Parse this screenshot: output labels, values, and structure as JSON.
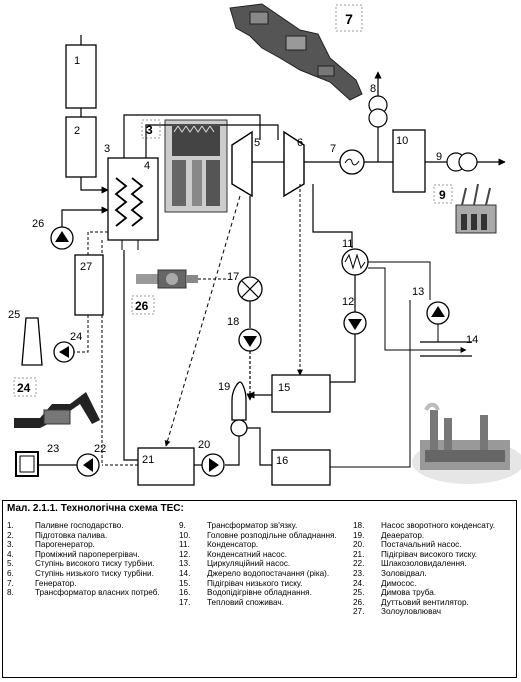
{
  "diagram": {
    "labels": {
      "n1": "1",
      "n2": "2",
      "n3": "3",
      "n3b": "3",
      "n4": "4",
      "n5": "5",
      "n6": "6",
      "n7": "7",
      "n7b": "7",
      "n8": "8",
      "n9": "9",
      "n9b": "9",
      "n10": "10",
      "n11": "11",
      "n12": "12",
      "n13": "13",
      "n14": "14",
      "n15": "15",
      "n16": "16",
      "n17": "17",
      "n18": "18",
      "n19": "19",
      "n20": "20",
      "n21": "21",
      "n22": "22",
      "n23": "23",
      "n24": "24",
      "n24b": "24",
      "n25": "25",
      "n26": "26",
      "n26b": "26",
      "n27": "27"
    }
  },
  "legend": {
    "title": "Мал. 2.1.1. Технологічна схема ТЕС:",
    "col1": [
      {
        "num": "1.",
        "text": "Паливне господарство."
      },
      {
        "num": "2.",
        "text": "Підготовка палива."
      },
      {
        "num": "3.",
        "text": "Парогенератор."
      },
      {
        "num": "4.",
        "text": "Проміжний пароперегрівач."
      },
      {
        "num": "5.",
        "text": "Ступінь високого тиску турбіни."
      },
      {
        "num": "6.",
        "text": "Ступінь низького тиску турбіни."
      },
      {
        "num": "7.",
        "text": "Генератор."
      },
      {
        "num": "8.",
        "text": "Трансформатор власних потреб."
      }
    ],
    "col2": [
      {
        "num": "9.",
        "text": "Трансформатор зв'язку."
      },
      {
        "num": "10.",
        "text": "Головне розподільне обладнання."
      },
      {
        "num": "11.",
        "text": "Конденсатор."
      },
      {
        "num": "12.",
        "text": "Конденсатний насос."
      },
      {
        "num": "13.",
        "text": "Циркуляційний насос."
      },
      {
        "num": "14.",
        "text": "Джерело водопостачання (ріка)."
      },
      {
        "num": "15.",
        "text": "Підігрівач низького тиску."
      },
      {
        "num": "16.",
        "text": "Водопідігрівне обладнання."
      },
      {
        "num": "17.",
        "text": "Тепловий споживач."
      }
    ],
    "col3": [
      {
        "num": "18.",
        "text": "Насос зворотного конденсату."
      },
      {
        "num": "19.",
        "text": "Деаератор."
      },
      {
        "num": "20.",
        "text": "Постачальний насос."
      },
      {
        "num": "21.",
        "text": "Підігрівач високого тиску."
      },
      {
        "num": "22.",
        "text": "Шлакозоловидалення."
      },
      {
        "num": "23.",
        "text": "Золовідвал."
      },
      {
        "num": "24.",
        "text": "Димосос."
      },
      {
        "num": "25.",
        "text": "Димова труба."
      },
      {
        "num": "26.",
        "text": "Дуттьовий вентилятор."
      },
      {
        "num": "27.",
        "text": "Золоуловлювач"
      }
    ]
  }
}
